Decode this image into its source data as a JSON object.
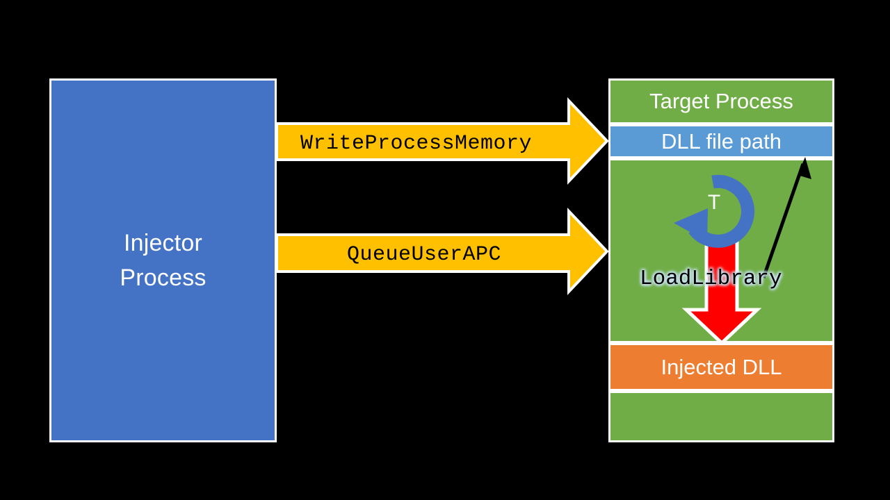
{
  "diagram": {
    "title_semantic": "dll-injection-via-queueuserapc",
    "background_color": "#000000"
  },
  "injector": {
    "line1": "Injector",
    "line2": "Process",
    "color": "#4472C4",
    "text_color": "#FFFFFF"
  },
  "arrows": [
    {
      "name": "write-process-memory-arrow",
      "label": "WriteProcessMemory",
      "color": "#FFC000",
      "outline": "#FFFFFF"
    },
    {
      "name": "queue-user-apc-arrow",
      "label": "QueueUserAPC",
      "color": "#FFC000",
      "outline": "#FFFFFF"
    }
  ],
  "target_process": {
    "header": "Target Process",
    "header_color": "#70AD47",
    "dll_path_band": "DLL file path",
    "dll_path_color": "#5B9BD5",
    "body_color": "#70AD47",
    "injected_dll": "Injected DLL",
    "injected_dll_color": "#ED7D31",
    "footer_color": "#70AD47",
    "thread_label": "T",
    "thread_arrow_color": "#4472C4",
    "load_library_label": "LoadLibrary",
    "load_library_arrow_color": "#FF0000",
    "path_pointer_arrow_color": "#000000"
  }
}
